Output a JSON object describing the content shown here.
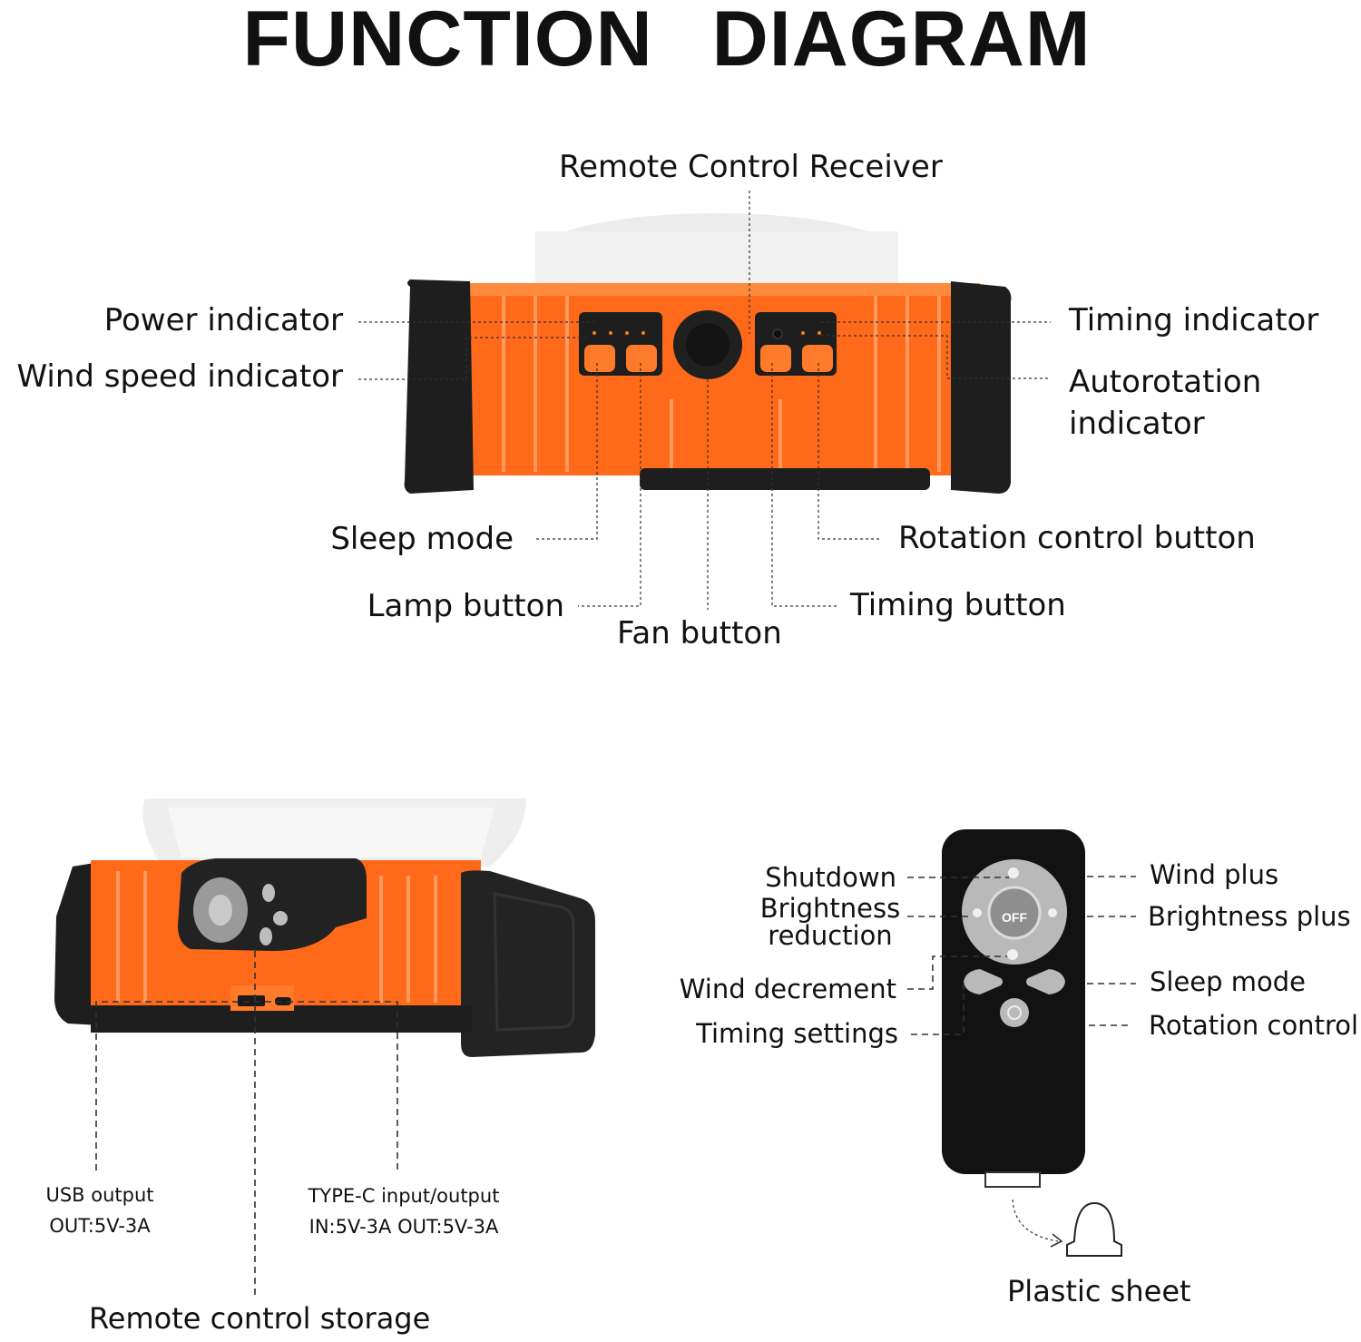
{
  "title": "FUNCTION   DIAGRAM",
  "top_device": {
    "receiver": "Remote Control Receiver",
    "power_indicator": "Power indicator",
    "wind_speed_indicator": "Wind speed indicator",
    "timing_indicator": "Timing indicator",
    "autorotation_indicator": "Autorotation\nindicator",
    "sleep_mode": "Sleep mode",
    "lamp_button": "Lamp button",
    "fan_button": "Fan button",
    "rotation_control_button": "Rotation control button",
    "timing_button": "Timing button"
  },
  "bottom_device": {
    "usb_output": "USB output\nOUT:5V-3A",
    "typec": "TYPE-C input/output\nIN:5V-3A  OUT:5V-3A",
    "remote_storage": "Remote control storage"
  },
  "remote": {
    "shutdown": "Shutdown",
    "brightness_reduction": "Brightness\nreduction",
    "wind_decrement": "Wind decrement",
    "timing_settings": "Timing settings",
    "wind_plus": "Wind plus",
    "brightness_plus": "Brightness plus",
    "sleep_mode": "Sleep mode",
    "rotation_control": "Rotation control",
    "off_label": "OFF",
    "plastic_sheet": "Plastic sheet"
  },
  "colors": {
    "accent_orange": "#ff6a1a",
    "device_black": "#1e1e1e",
    "remote_gray": "#b9b9b9"
  }
}
